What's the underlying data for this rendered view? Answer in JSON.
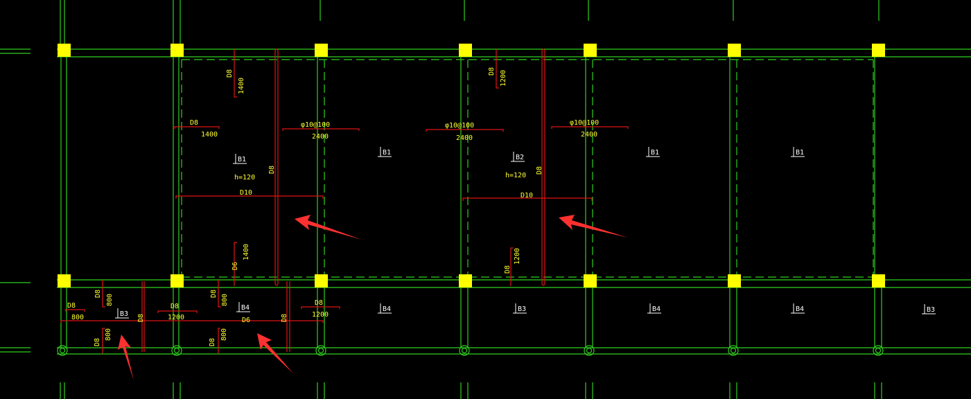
{
  "colors": {
    "background": "#000000",
    "grid": "#2fd11f",
    "column": "#ffff00",
    "rebar": "#e01414",
    "text_yellow": "#ffff30",
    "text_white": "#ffffff",
    "arrow": "#ff3030"
  },
  "slab_labels": {
    "bay1": "B1",
    "bay1_h": "h=120",
    "bay2": "B1",
    "bay3": "B2",
    "bay3_h": "h=120",
    "bay4": "B1",
    "bay5": "B1",
    "lower1": "B3",
    "lower2": "B4",
    "lower3": "B4",
    "lower4": "B3",
    "lower5": "B4",
    "lower6": "B4",
    "lower7": "B3"
  },
  "rebar_labels": {
    "a_d8": "D8",
    "a_1400": "1400",
    "b_d8": "D8",
    "b_1400": "1400",
    "c_spec": "φ10@100",
    "c_len": "2400",
    "d_d8": "D8",
    "e_d10": "D10",
    "f_d6": "D6",
    "f_1400": "1400",
    "g_d8": "D8",
    "g_1200": "1200",
    "h_spec": "φ10@100",
    "h_len": "2400",
    "i_spec": "φ10@100",
    "i_len": "2400",
    "j_d8": "D8",
    "k_d10": "D10",
    "l_d8": "D8",
    "l_1200": "1200",
    "m_d8": "D8",
    "m_800": "800",
    "n_d8": "D8",
    "n_800": "800",
    "o_d8": "D8",
    "p_d8": "D8",
    "p_800": "800",
    "q_d8": "D8",
    "q_1200": "1200",
    "r_d8": "D8",
    "r_800": "800",
    "s_d6": "D6",
    "t_d8": "D8",
    "u_d8": "D8",
    "u_1200": "1200",
    "v_d8": "D8",
    "v_800": "800"
  }
}
